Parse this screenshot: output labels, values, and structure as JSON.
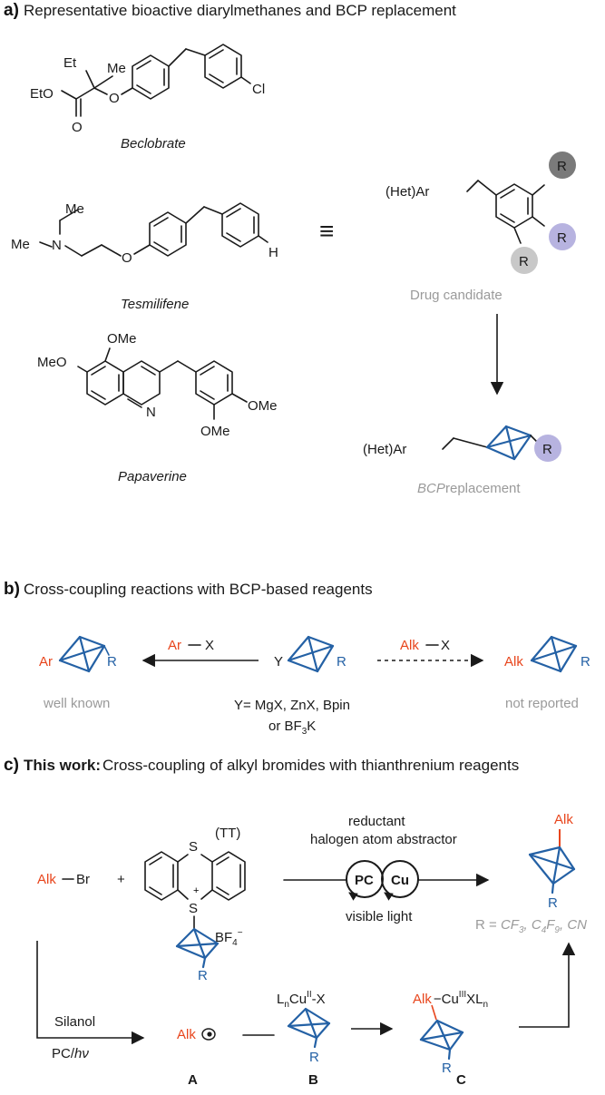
{
  "section_a": {
    "letter": "a)",
    "title": "Representative bioactive diarylmethanes and BCP replacement",
    "beclobrate": {
      "name": "Beclobrate",
      "et": "Et",
      "me": "Me",
      "eto": "EtO",
      "o1": "O",
      "o2": "O",
      "cl": "Cl"
    },
    "tesmilifene": {
      "name": "Tesmilifene",
      "me1": "Me",
      "me2": "Me",
      "n": "N",
      "o": "O",
      "h": "H"
    },
    "papaverine": {
      "name": "Papaverine",
      "ome1": "OMe",
      "meo": "MeO",
      "n": "N",
      "ome2": "OMe",
      "ome3": "OMe"
    },
    "drug": {
      "label": "Drug candidate",
      "hetar": "(Het)Ar",
      "r": "R",
      "equiv": "≡"
    },
    "bcp": {
      "hetar": "(Het)Ar",
      "r": "R",
      "label_it": "BCP",
      "label_rest": " replacement"
    },
    "colors": {
      "r_dark": "#7a7a7a",
      "r_light_grey": "#c8c8c8",
      "r_lavender": "#b7b3e0"
    }
  },
  "section_b": {
    "letter": "b)",
    "title": "Cross-coupling reactions with BCP-based reagents",
    "left": {
      "ar": "Ar",
      "r": "R",
      "caption": "well known"
    },
    "arrow_left": {
      "ar": "Ar",
      "x": "X"
    },
    "center": {
      "y": "Y",
      "r": "R",
      "line1": "Y= MgX, ZnX, Bpin",
      "line2_a": "or BF",
      "line2_sub": "3",
      "line2_b": "K"
    },
    "arrow_right": {
      "alk": "Alk",
      "x": "X"
    },
    "right": {
      "alk": "Alk",
      "r": "R",
      "caption": "not reported"
    }
  },
  "section_c": {
    "letter": "c)",
    "title_bold": "This work:",
    "title_rest": " Cross-coupling of alkyl bromides with thianthrenium reagents",
    "alkbr": {
      "alk": "Alk",
      "br": "Br"
    },
    "plus": "+",
    "tt": {
      "tag": "(TT)",
      "s1": "S",
      "s2": "S",
      "plus": "+",
      "bf4": "BF",
      "bf4_sub": "4",
      "bf4_sup": "−",
      "r": "R"
    },
    "conditions": {
      "line1": "reductant",
      "line2": "halogen atom abstractor",
      "pc": "PC",
      "cu": "Cu",
      "below": "visible light"
    },
    "product": {
      "alk": "Alk",
      "r": "R",
      "r_def_prefix": "R = ",
      "r_def_vals": "CF3, C4F9, CN",
      "cf": "CF",
      "cf_sub": "3",
      "c4f": "C",
      "c4f_sub1": "4",
      "c4f_f": "F",
      "c4f_sub2": "9",
      "cn": "CN"
    },
    "mech": {
      "silanol": "Silanol",
      "pc_hv_a": "PC/",
      "pc_hv_b": "hν",
      "a_alk": "Alk",
      "b_l": "L",
      "b_sub_n": "n",
      "b_cu": "Cu",
      "b_sup": "II",
      "b_x": "-X",
      "b_r": "R",
      "c_alk": "Alk",
      "c_cu": "Cu",
      "c_sup": "III",
      "c_xl": "XL",
      "c_sub_n": "n",
      "c_r": "R",
      "label_a": "A",
      "label_b": "B",
      "label_c": "C"
    }
  }
}
